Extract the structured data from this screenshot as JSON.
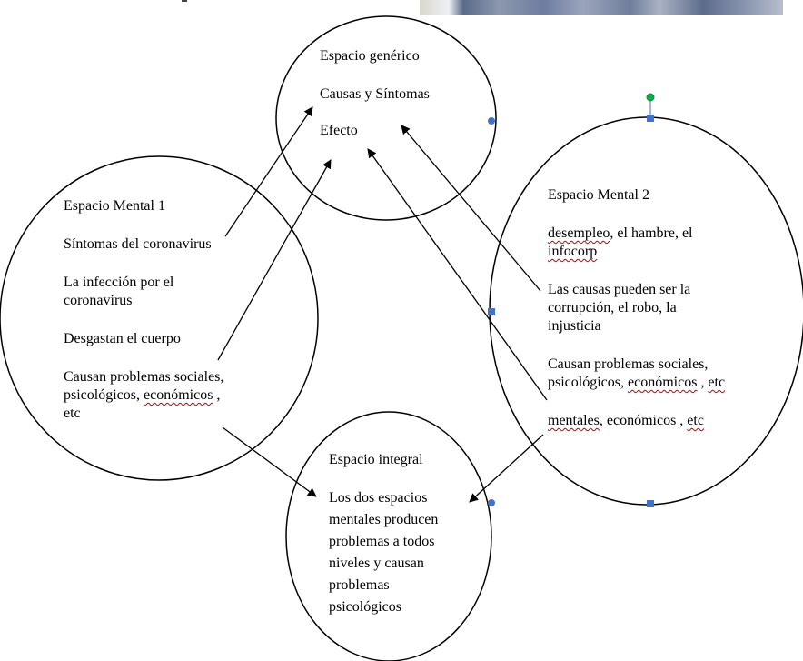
{
  "generic_space": {
    "title": "Espacio genérico",
    "line1": "Causas y Síntomas",
    "line2": "Efecto"
  },
  "mental_space_1": {
    "title": "Espacio Mental 1",
    "item1": "Síntomas del coronavirus",
    "item2_a": "La infección por el",
    "item2_b": "coronavirus",
    "item3": "Desgastan el cuerpo",
    "item4_a": "Causan problemas sociales,",
    "item4_b": "psicológicos,",
    "item4_c": "económicos",
    "item4_d": " ,",
    "item4_e": "etc"
  },
  "mental_space_2": {
    "title": "Espacio Mental 2",
    "item1_a": "desempleo",
    "item1_b": ", el hambre, el",
    "item1_c": "infocorp",
    "item2_a": "Las causas pueden ser la",
    "item2_b": "corrupción, el robo, la",
    "item2_c": "injusticia",
    "item3_a": "Causan problemas sociales,",
    "item3_b": "psicológicos,",
    "item3_c": "económicos",
    "item3_d": " , ",
    "item3_e": "etc",
    "item4_a": "mentales",
    "item4_b": ", económicos , ",
    "item4_c": "etc"
  },
  "integral_space": {
    "title": "Espacio integral",
    "line1": "Los dos espacios",
    "line2": "mentales  producen",
    "line3": "problemas a todos",
    "line4": "niveles  y causan",
    "line5": "problemas",
    "line6": "psicológicos"
  },
  "colors": {
    "stroke": "#000000",
    "handle_blue": "#4472c4",
    "rotate_green": "#00b050",
    "spell_squiggle": "#c00000"
  }
}
